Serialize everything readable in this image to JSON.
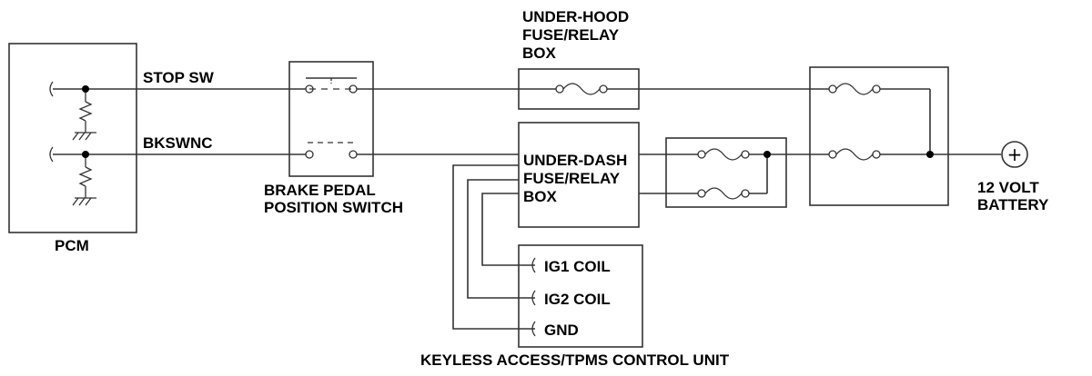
{
  "labels": {
    "pcm": "PCM",
    "stop_sw": "STOP SW",
    "bkswnc": "BKSWNC",
    "brake_switch_line1": "BRAKE PEDAL",
    "brake_switch_line2": "POSITION SWITCH",
    "underhood_line1": "UNDER-HOOD",
    "underhood_line2": "FUSE/RELAY",
    "underhood_line3": "BOX",
    "underdash_line1": "UNDER-DASH",
    "underdash_line2": "FUSE/RELAY",
    "underdash_line3": "BOX",
    "battery_line1": "12 VOLT",
    "battery_line2": "BATTERY",
    "ig1": "IG1 COIL",
    "ig2": "IG2 COIL",
    "gnd": "GND",
    "keyless_unit": "KEYLESS ACCESS/TPMS CONTROL UNIT",
    "battery_symbol": "+"
  }
}
